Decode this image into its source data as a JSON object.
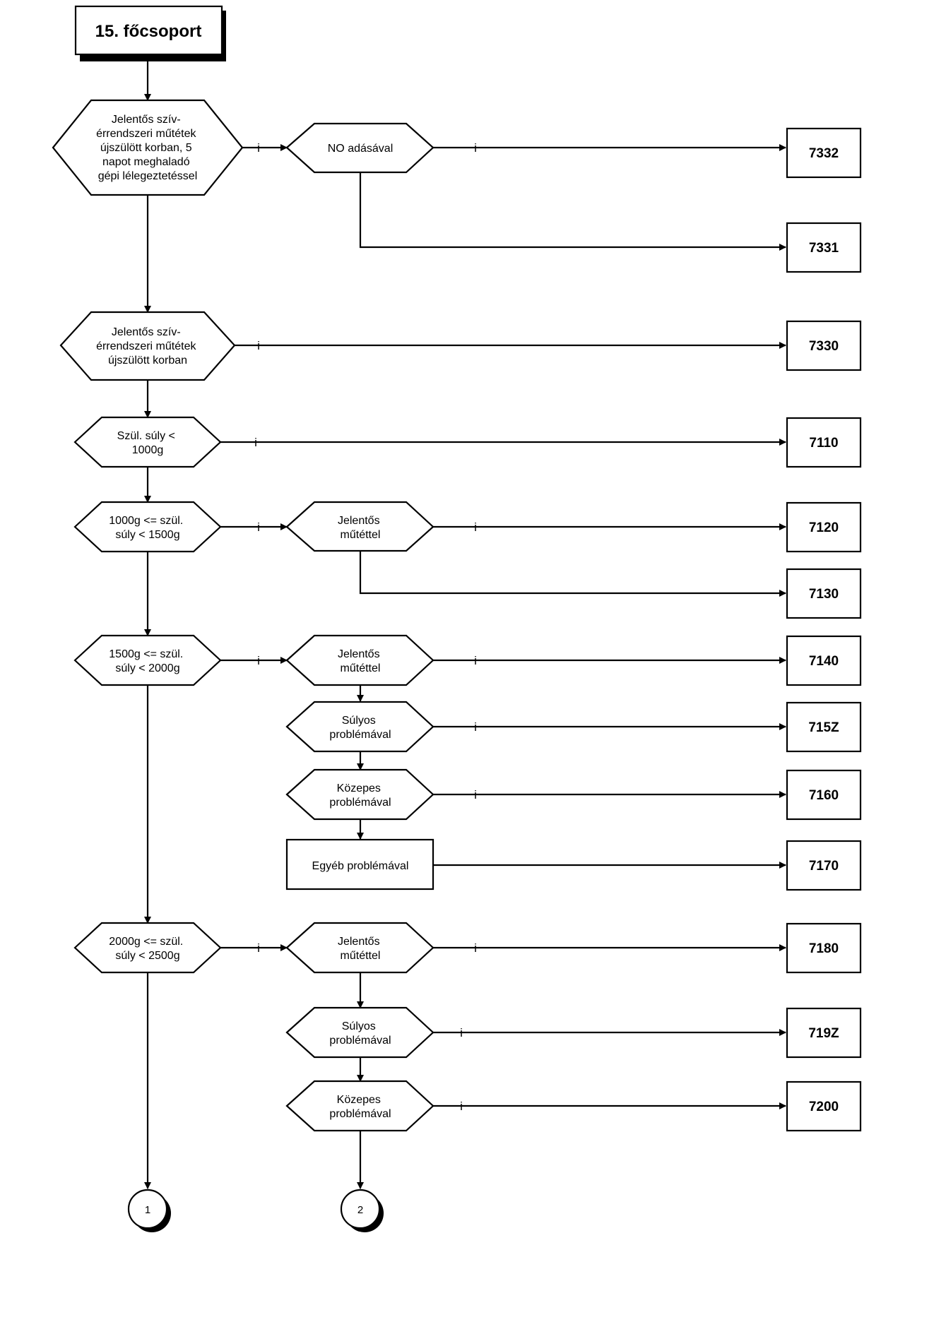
{
  "title": "15. főcsoport",
  "branch_mark": "i",
  "conditions": {
    "c1": [
      "Jelentős szív-",
      "érrendszeri műtétek",
      "újszülött korban, 5",
      "napot meghaladó",
      "gépi lélegeztetéssel"
    ],
    "c2": [
      "Jelentős szív-",
      "érrendszeri műtétek",
      "újszülött korban"
    ],
    "c3": [
      "Szül. súly <",
      "1000g"
    ],
    "c4": [
      "1000g <= szül.",
      "súly < 1500g"
    ],
    "c5": [
      "1500g <= szül.",
      "súly < 2000g"
    ],
    "c6": [
      "2000g <= szül.",
      "súly < 2500g"
    ],
    "s1": [
      "NO adásával"
    ],
    "s2": [
      "Jelentős",
      "műtéttel"
    ],
    "s3": [
      "Jelentős",
      "műtéttel"
    ],
    "s4": [
      "Súlyos",
      "problémával"
    ],
    "s5": [
      "Közepes",
      "problémával"
    ],
    "s6": [
      "Egyéb problémával"
    ],
    "s7": [
      "Jelentős",
      "műtéttel"
    ],
    "s8": [
      "Súlyos",
      "problémával"
    ],
    "s9": [
      "Közepes",
      "problémával"
    ]
  },
  "codes": {
    "r1": "7332",
    "r2": "7331",
    "r3": "7330",
    "r4": "7110",
    "r5": "7120",
    "r6": "7130",
    "r7": "7140",
    "r8": "715Z",
    "r9": "7160",
    "r10": "7170",
    "r11": "7180",
    "r12": "719Z",
    "r13": "7200"
  },
  "connectors": {
    "k1": "1",
    "k2": "2"
  }
}
